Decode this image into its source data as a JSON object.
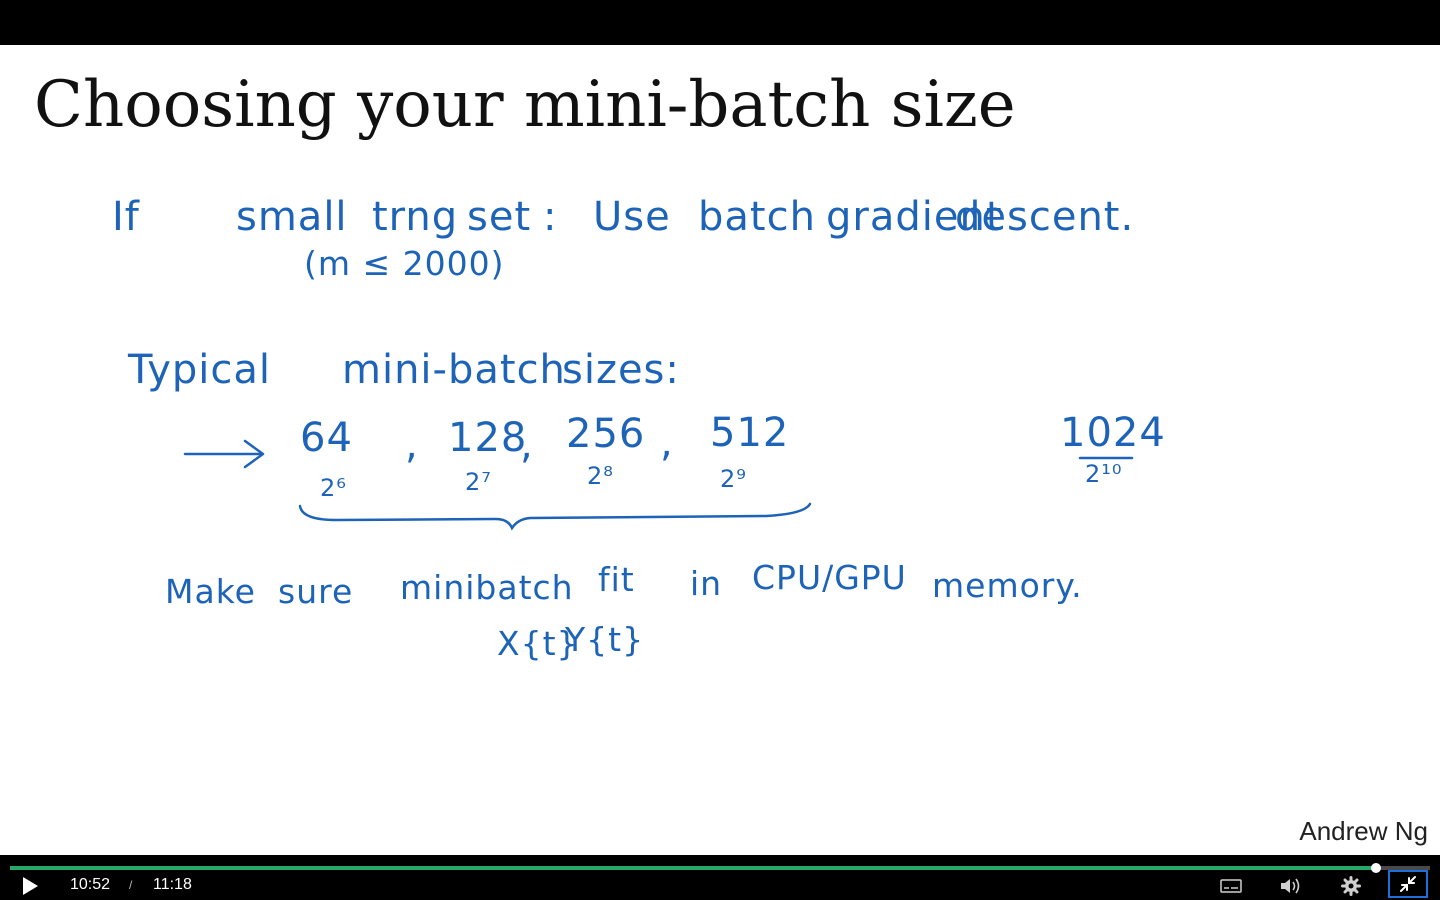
{
  "slide": {
    "title": "Choosing your mini-batch size",
    "line1": {
      "if": "If",
      "small": "small",
      "trng": "trng",
      "set": "set",
      "colon": ":",
      "use": "Use",
      "batch": "batch",
      "gradient": "gradient",
      "descent": "descent."
    },
    "m_condition": "(m ≤ 2000)",
    "typical_label": "Typical",
    "mini_batch_label": "mini-batch",
    "sizes_label": "sizes:",
    "arrow": "→",
    "sizes": [
      {
        "value": "64",
        "power": "2⁶"
      },
      {
        "value": "128",
        "power": "2⁷"
      },
      {
        "value": "256",
        "power": "2⁸"
      },
      {
        "value": "512",
        "power": "2⁹"
      }
    ],
    "comma": ",",
    "extra_size": {
      "value": "1024",
      "power": "2¹⁰"
    },
    "line3": {
      "make": "Make",
      "sure": "sure",
      "minibatch": "minibatch",
      "fit": "fit",
      "in": "in",
      "cpu_gpu": "CPU/GPU",
      "memory": "memory."
    },
    "x_term": "X{t}",
    "y_term": "Y{t}",
    "author": "Andrew Ng"
  },
  "player": {
    "current_time": "10:52",
    "separator": "/",
    "duration": "11:18",
    "progress_fraction": 0.962,
    "icons": {
      "play": "play-icon",
      "captions": "captions-icon",
      "volume": "volume-icon",
      "settings": "gear-icon",
      "exit_fullscreen": "exit-fullscreen-icon"
    },
    "colors": {
      "progress": "#27a86b",
      "ink": "#1d63b8",
      "focus": "#1e6fd9"
    }
  }
}
